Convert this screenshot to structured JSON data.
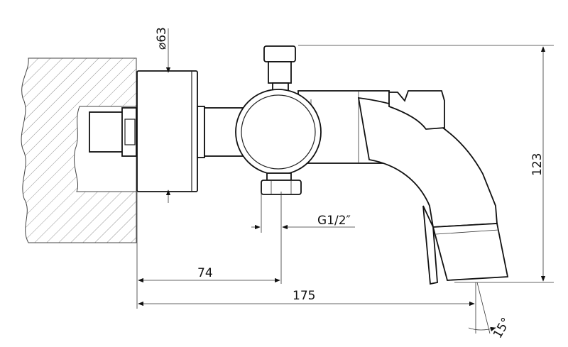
{
  "drawing": {
    "title": "",
    "dimensions": {
      "diameter": "⌀63",
      "height": "123",
      "thread": "G1/2″",
      "offset": "74",
      "length": "175",
      "angle": "15°"
    }
  }
}
